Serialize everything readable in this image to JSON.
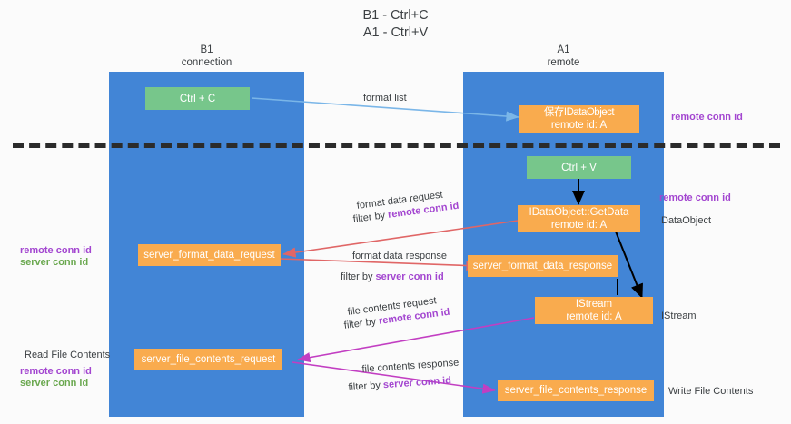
{
  "title": {
    "line1": "B1 - Ctrl+C",
    "line2": "A1 - Ctrl+V"
  },
  "colors": {
    "lane": "#4285d6",
    "box_green": "#77c68b",
    "box_orange": "#f9ab4e",
    "remote_conn_id": "#a346d0",
    "server_conn_id": "#6aa84f",
    "arrow_blue": "#7ab6e8",
    "arrow_red": "#e06666",
    "arrow_magenta": "#c23ec2",
    "arrow_black": "#000000",
    "divider": "#2b2b2b"
  },
  "columns": [
    {
      "name": "B1",
      "role": "connection"
    },
    {
      "name": "A1",
      "role": "remote"
    }
  ],
  "boxes": {
    "ctrl_c": {
      "label": "Ctrl + C"
    },
    "store_dataobject": {
      "line1": "保存IDataObject",
      "line2": "remote id: A"
    },
    "ctrl_v": {
      "label": "Ctrl + V"
    },
    "getdata": {
      "line1": "IDataObject::GetData",
      "line2": "remote id: A"
    },
    "server_format_data_request": {
      "label": "server_format_data_request"
    },
    "server_format_data_response": {
      "label": "server_format_data_response"
    },
    "istream": {
      "line1": "IStream",
      "line2": "remote id: A"
    },
    "server_file_contents_request": {
      "label": "server_file_contents_request"
    },
    "server_file_contents_response": {
      "label": "server_file_contents_response"
    }
  },
  "edge_labels": {
    "format_list": "format list",
    "format_data_request": "format data request",
    "format_data_request_filter_prefix": "filter by ",
    "format_data_request_filter_key": "remote conn id",
    "format_data_response": "format data response",
    "format_data_response_filter_prefix": "filter by ",
    "format_data_response_filter_key": "server conn id",
    "file_contents_request": "file contents request",
    "file_contents_request_filter_prefix": "filter by ",
    "file_contents_request_filter_key": "remote conn id",
    "file_contents_response": "file contents response",
    "file_contents_response_filter_prefix": "filter by ",
    "file_contents_response_filter_key": "server conn id"
  },
  "annotations": {
    "right_top_remote_conn_id": "remote conn id",
    "right_mid_remote_conn_id": "remote conn id",
    "right_dataobject": "DataObject",
    "right_istream": "IStream",
    "right_write_file_contents": "Write File Contents",
    "left_remote_conn_id": "remote conn id",
    "left_server_conn_id": "server conn id",
    "left_read_file_contents": "Read File Contents",
    "left_remote_conn_id_2": "remote conn id",
    "left_server_conn_id_2": "server conn id"
  }
}
